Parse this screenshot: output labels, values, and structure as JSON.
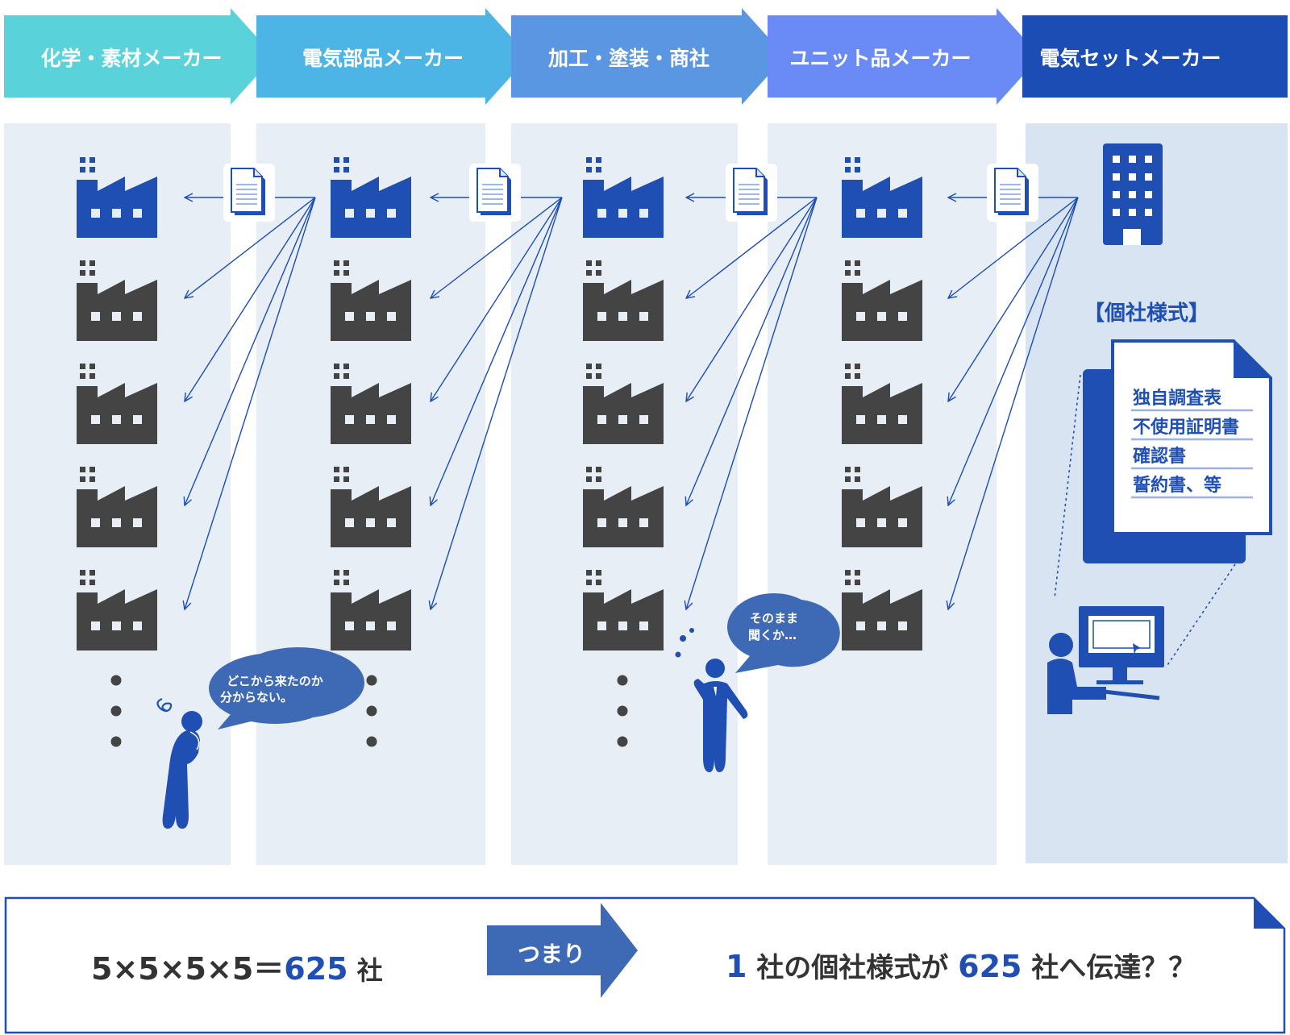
{
  "colors": {
    "stage1": "#59D2DA",
    "stage2": "#4DB4E6",
    "stage3": "#5A96E2",
    "stage4": "#6A8BF5",
    "stage5": "#1C4DB5",
    "column_bg": "#E7EEF6",
    "column_bg_last": "#D8E4F1",
    "factory_blue": "#1F4FB2",
    "factory_gray": "#444444",
    "arrow_line": "#1C4DB5",
    "bubble": "#3E69B5",
    "accent": "#1F4FB2",
    "text_dark": "#333333"
  },
  "header": {
    "stages": [
      {
        "label": "化学・素材メーカー"
      },
      {
        "label": "電気部品メーカー"
      },
      {
        "label": "加工・塗装・商社"
      },
      {
        "label": "ユニット品メーカー"
      },
      {
        "label": "電気セットメーカー"
      }
    ]
  },
  "columns": [
    {
      "factories": 5,
      "blue_index": 0,
      "has_ellipsis": true
    },
    {
      "factories": 5,
      "blue_index": 0,
      "has_ellipsis": true
    },
    {
      "factories": 5,
      "blue_index": 0,
      "has_ellipsis": true
    },
    {
      "factories": 5,
      "blue_index": 0,
      "has_ellipsis": false
    }
  ],
  "icons": {
    "factory": "factory-icon",
    "document": "document-icon",
    "office_building": "office-building-icon",
    "worried_person": "worried-person-icon",
    "sweating_person": "sweating-person-icon",
    "computer_user": "computer-user-icon"
  },
  "bubbles": {
    "confused": {
      "line1": "どこから来たのか",
      "line2": "分からない。"
    },
    "hesitant": {
      "line1": "そのまま",
      "line2": "聞くか…"
    }
  },
  "form_card": {
    "title": "【個社様式】",
    "items": [
      "独自調査表",
      "不使用証明書",
      "確認書",
      "誓約書、等"
    ]
  },
  "footer": {
    "formula_left": "5×5×5×5＝",
    "formula_number": "625",
    "formula_unit": " 社",
    "arrow_label": "つまり",
    "conclusion_number1": "1",
    "conclusion_mid": " 社の個社様式が ",
    "conclusion_number2": "625",
    "conclusion_end": " 社へ伝達？？"
  }
}
